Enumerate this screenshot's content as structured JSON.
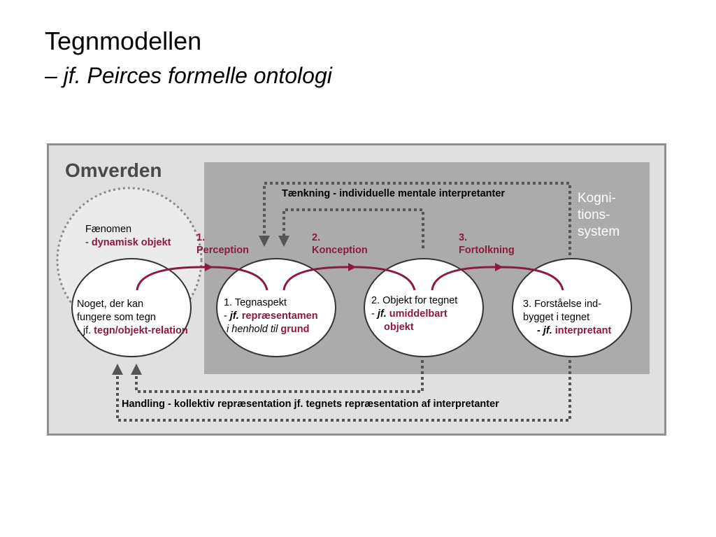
{
  "title": "Tegnmodellen",
  "subtitle": "– jf. Peirces formelle ontologi",
  "omverden": "Omverden",
  "kognitionssystem": [
    "Kogni-",
    "tions-",
    "system"
  ],
  "top_loop": "Tænkning - individuelle mentale interpretanter",
  "bottom_loop": "Handling - kollektiv repræsentation jf. tegnets repræsentation af interpretanter",
  "steps": [
    {
      "num": "1.",
      "label": "Perception"
    },
    {
      "num": "2.",
      "label": "Konception"
    },
    {
      "num": "3.",
      "label": "Fortolkning"
    }
  ],
  "phenomenon": {
    "line1": "Fænomen",
    "dash": "- ",
    "red": "dynamisk objekt"
  },
  "node0": {
    "line1": "Noget, der kan",
    "line2": "fungere som tegn",
    "prefix": "- jf.",
    "red": "tegn/objekt-relation"
  },
  "node1": {
    "line1": "1. Tegnaspekt",
    "prefix_dash": "- ",
    "jf": "jf.",
    "red": "repræsentamen",
    "italic": "i henhold til",
    "red2": "grund"
  },
  "node2": {
    "line1": "2. Objekt for tegnet",
    "prefix_dash": "- ",
    "jf": "jf.",
    "red": "umiddelbart",
    "red2": "objekt"
  },
  "node3": {
    "line1": "3. Forståelse ind-",
    "line2": "bygget i tegnet",
    "prefix": "- jf.",
    "red": "interpretant"
  },
  "colors": {
    "accent": "#8c1a3a",
    "outer_bg": "#e0e0e0",
    "inner_bg": "#ababab",
    "dotted": "#555555"
  }
}
